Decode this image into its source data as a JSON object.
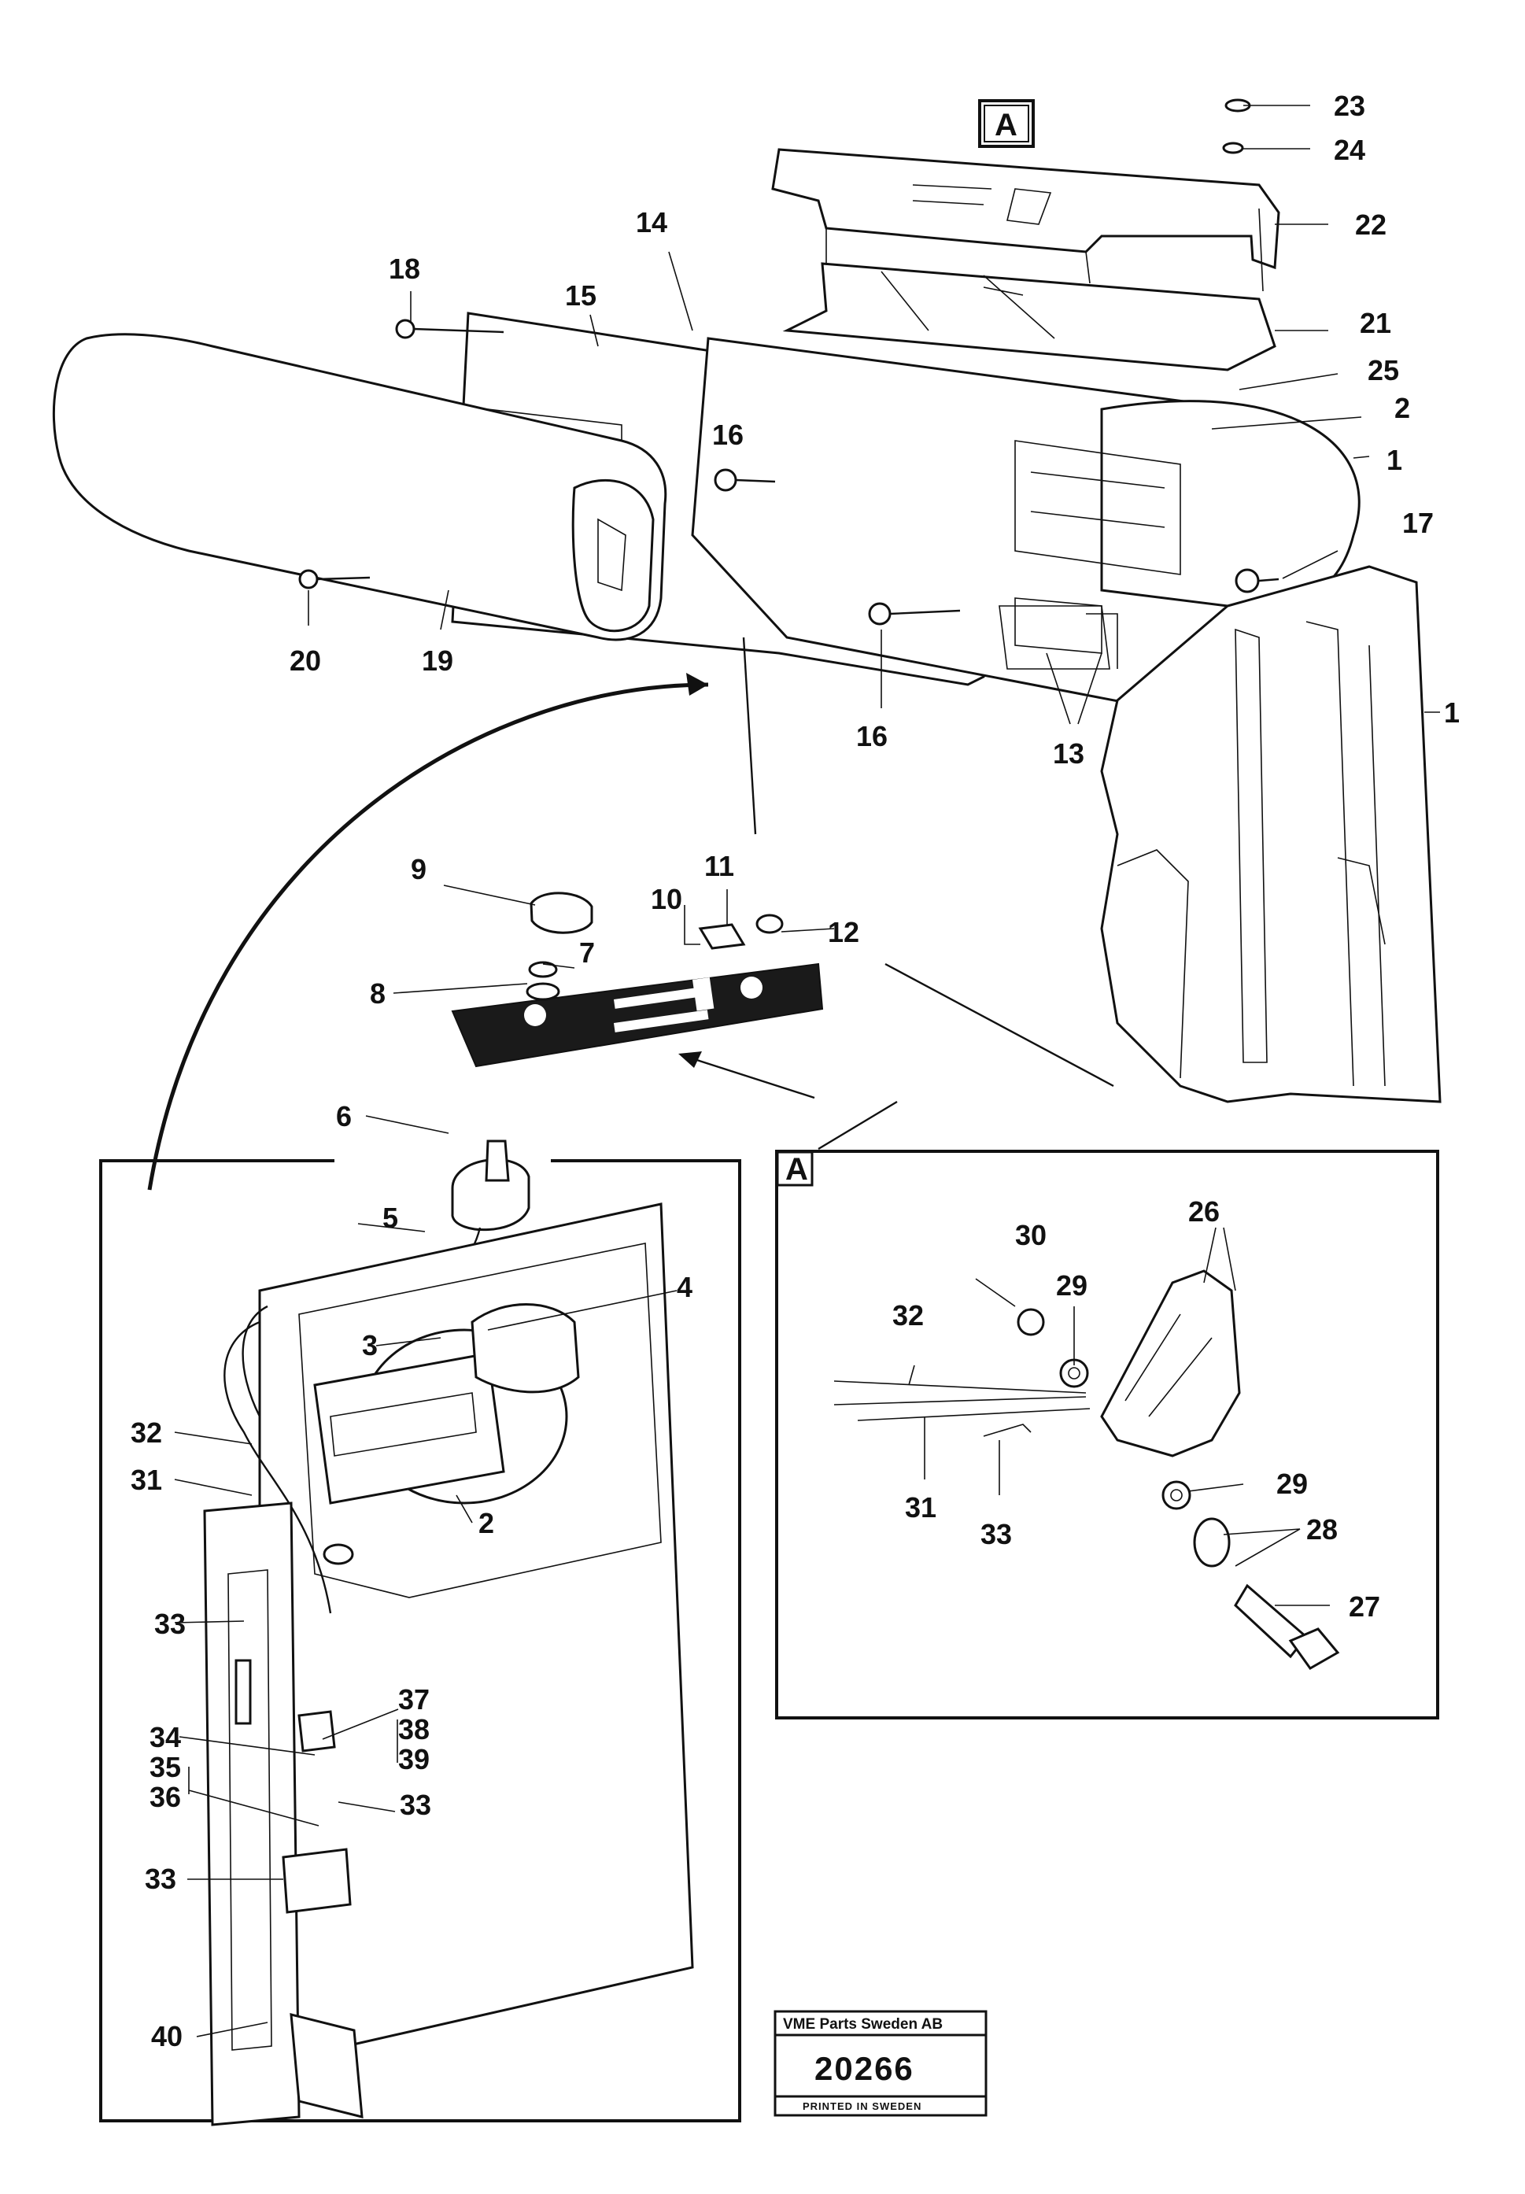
{
  "title_block": {
    "company": "VME Parts Sweden AB",
    "drawing_number": "20266",
    "footer": "PRINTED IN SWEDEN"
  },
  "detail_marker": "A",
  "part_labels": [
    "1",
    "2",
    "3",
    "4",
    "5",
    "6",
    "7",
    "8",
    "9",
    "10",
    "11",
    "12",
    "13",
    "14",
    "15",
    "16",
    "17",
    "18",
    "19",
    "20",
    "21",
    "22",
    "23",
    "24",
    "25",
    "26",
    "27",
    "28",
    "29",
    "30",
    "31",
    "32",
    "33",
    "34",
    "35",
    "36",
    "37",
    "38",
    "39",
    "40"
  ]
}
